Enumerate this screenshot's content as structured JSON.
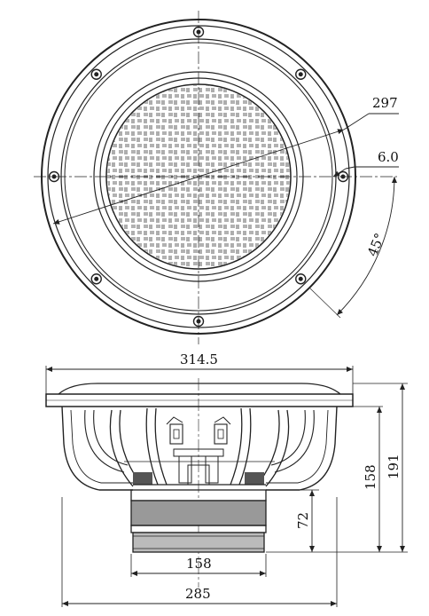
{
  "front_view": {
    "diameter_label": "297",
    "hole_label": "6.0",
    "angle_label": "45°",
    "hole_count": 8
  },
  "side_view": {
    "flange_width_label": "314.5",
    "height_label": "191",
    "motor_height_label": "158",
    "magnet_height_label": "72",
    "magnet_width_label": "158",
    "basket_width_label": "285"
  },
  "colors": {
    "line": "#222222",
    "background": "#ffffff"
  }
}
